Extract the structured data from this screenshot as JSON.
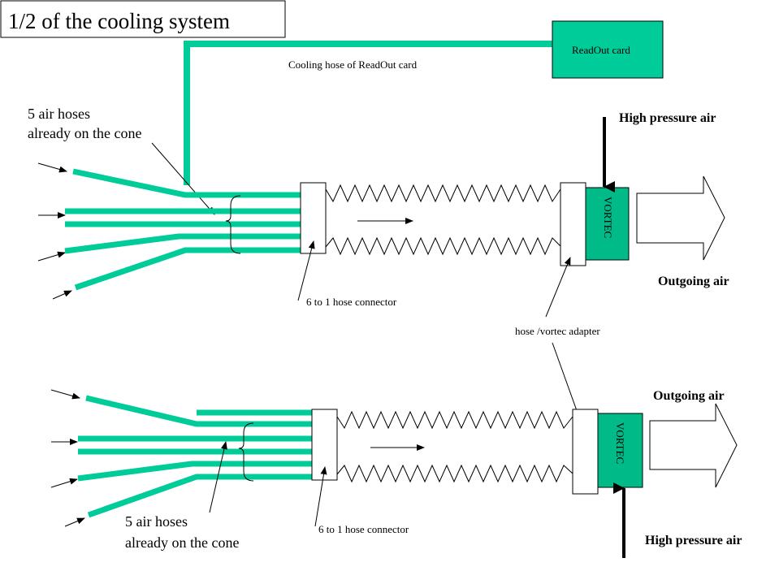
{
  "title": "1/2 of the cooling system",
  "readout_card": {
    "label": "ReadOut card",
    "hose_label": "Cooling hose of ReadOut card"
  },
  "top": {
    "hoses_label_line1": "5 air hoses",
    "hoses_label_line2": "already on the cone",
    "high_pressure_label": "High pressure air",
    "vortec_label": "VORTEC",
    "outgoing_label": "Outgoing air",
    "connector_label": "6 to 1 hose connector"
  },
  "adapter_label": "hose /vortec adapter",
  "bottom": {
    "hoses_label_line1": "5 air hoses",
    "hoses_label_line2": "already on the cone",
    "high_pressure_label": "High pressure air",
    "vortec_label": "VORTEC",
    "outgoing_label": "Outgoing air",
    "connector_label": "6 to 1 hose connector"
  },
  "colors": {
    "hose": "#00cc99",
    "vortec": "#00bb88",
    "readout": "#00cc99"
  }
}
